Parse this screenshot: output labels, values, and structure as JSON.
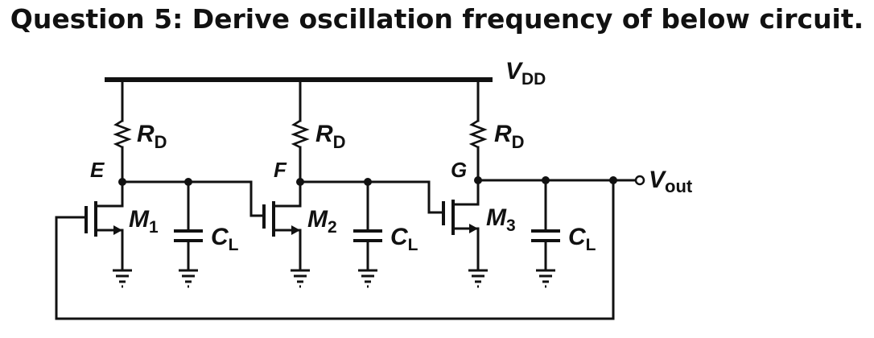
{
  "question": "Question 5: Derive oscillation frequency of below circuit.",
  "labels": {
    "vdd_main": "V",
    "vdd_sub": "DD",
    "vout_main": "V",
    "vout_sub": "out",
    "node_e": "E",
    "node_f": "F",
    "node_g": "G",
    "rd_main": "R",
    "rd_sub": "D",
    "cl_main": "C",
    "cl_sub": "L",
    "m_main": "M",
    "m1_sub": "1",
    "m2_sub": "2",
    "m3_sub": "3"
  }
}
